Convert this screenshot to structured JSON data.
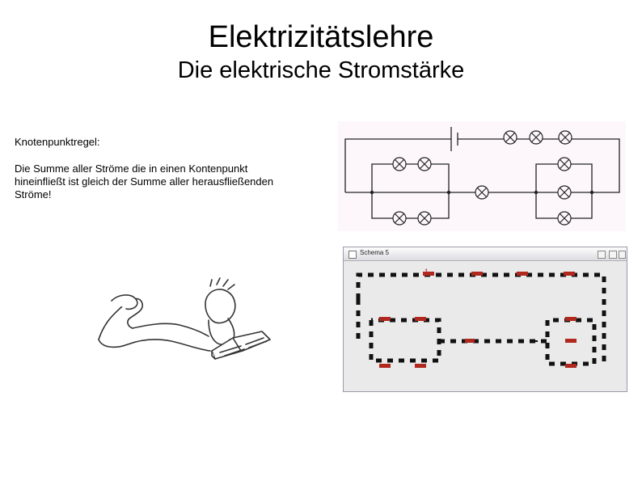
{
  "slide": {
    "title": "Elektrizitätslehre",
    "subtitle": "Die elektrische Stromstärke",
    "rule_heading": "Knotenpunktregel:",
    "rule_text": "Die Summe aller Ströme die in einen Kontenpunkt hineinfließt ist gleich der Summe aller herausfließenden Ströme!"
  },
  "simulation": {
    "window_title": "Schema 5",
    "marker": "1"
  },
  "colors": {
    "wire": "#222222",
    "lamp_red": "#b0281e",
    "window_bg": "#eaeaea",
    "circuit_bg": "#fdf7fb"
  },
  "icons": {
    "lamp": "lamp-icon",
    "battery": "battery-icon"
  }
}
